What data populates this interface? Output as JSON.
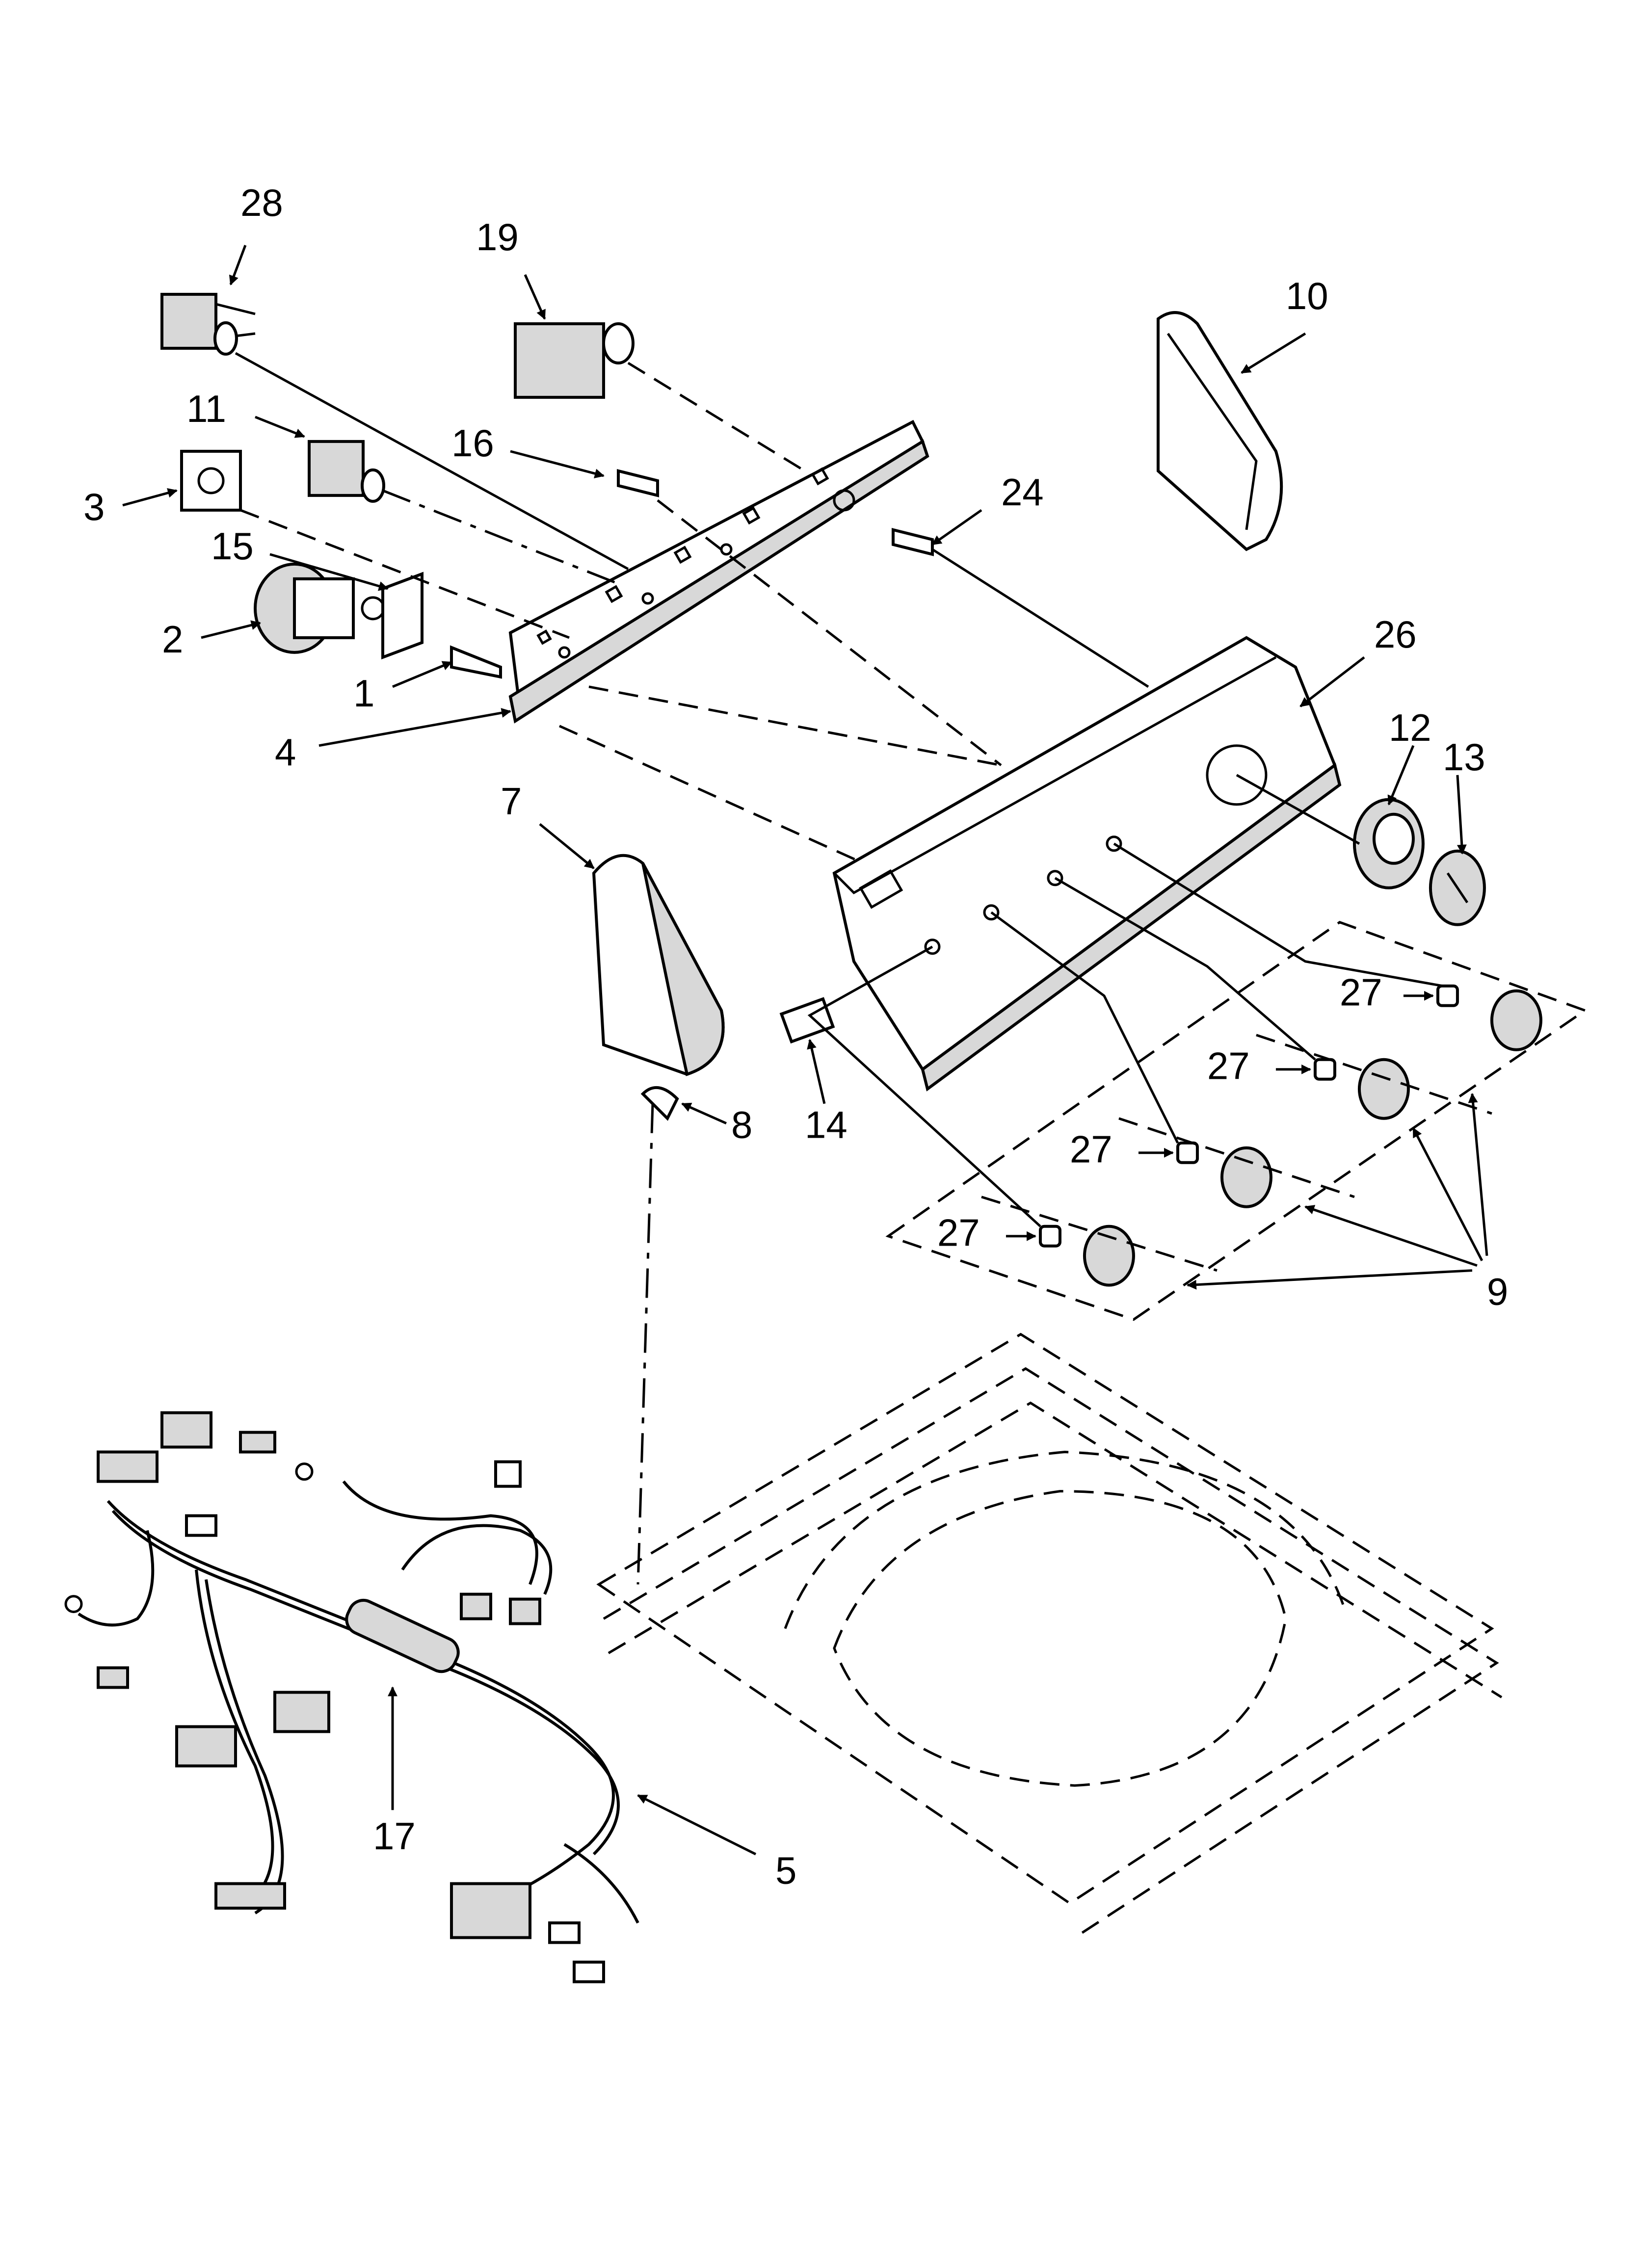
{
  "diagram": {
    "labels": {
      "p1": "1",
      "p2": "2",
      "p3": "3",
      "p4": "4",
      "p5": "5",
      "p7": "7",
      "p8": "8",
      "p9": "9",
      "p10": "10",
      "p11": "11",
      "p12": "12",
      "p13": "13",
      "p14": "14",
      "p15": "15",
      "p16": "16",
      "p17": "17",
      "p19": "19",
      "p24": "24",
      "p26": "26",
      "p27a": "27",
      "p27b": "27",
      "p27c": "27",
      "p27d": "27",
      "p28": "28"
    }
  }
}
